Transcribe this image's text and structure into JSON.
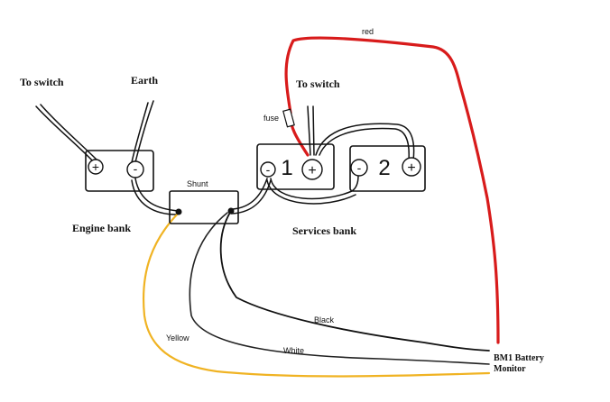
{
  "labels": {
    "to_switch_left": "To switch",
    "earth": "Earth",
    "to_switch_right": "To switch",
    "red": "red",
    "fuse": "fuse",
    "shunt": "Shunt",
    "engine_bank": "Engine bank",
    "services_bank": "Services bank",
    "black": "Black",
    "white": "White",
    "yellow": "Yellow",
    "monitor_line1": "BM1 Battery",
    "monitor_line2": "Monitor"
  },
  "batteries": {
    "engine": {
      "plus": "+",
      "minus": "-"
    },
    "battery_1": {
      "number": "1",
      "plus": "+",
      "minus": "-"
    },
    "battery_2": {
      "number": "2",
      "plus": "+",
      "minus": "-"
    }
  },
  "colors": {
    "red_wire": "#d81b1b",
    "yellow_wire": "#f0b323",
    "black_wire": "#111111",
    "white_wire": "#222222"
  }
}
